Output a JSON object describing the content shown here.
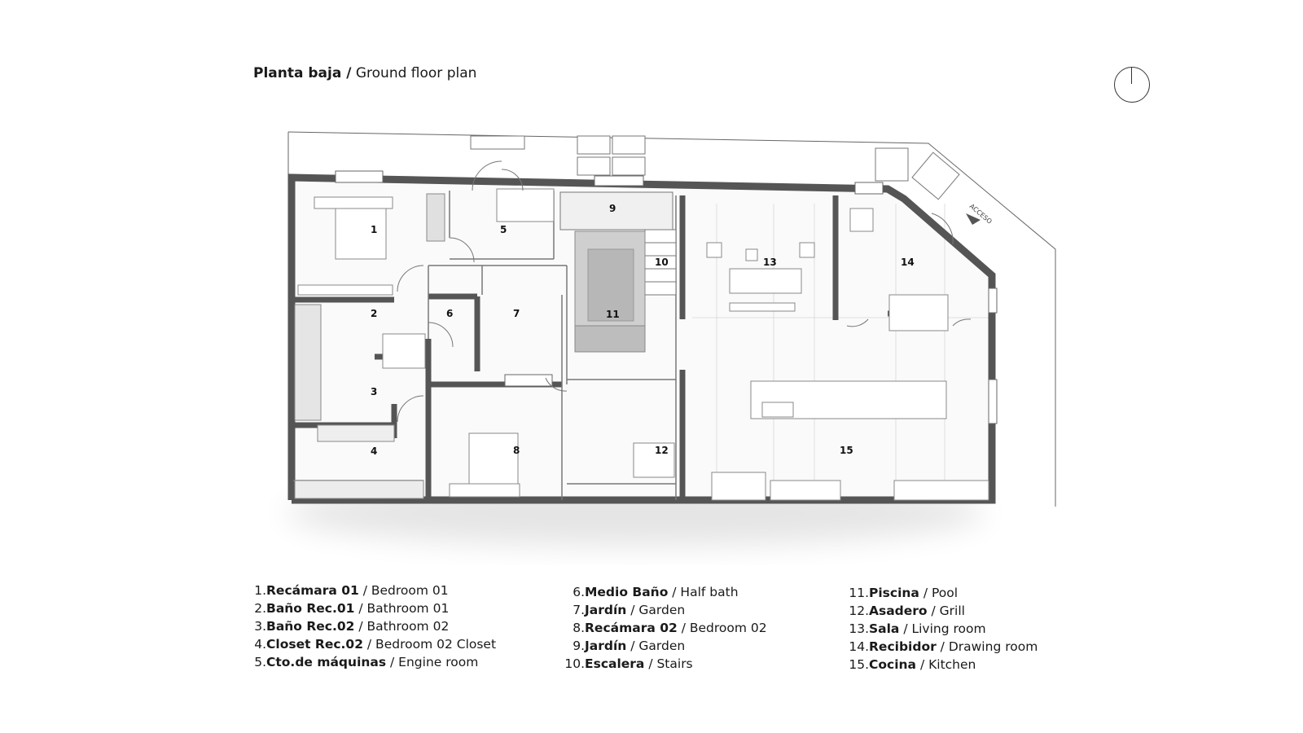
{
  "header": {
    "title_es": "Planta baja /",
    "title_en": " Ground floor plan"
  },
  "plan": {
    "access_label": "ACCESO",
    "rooms": [
      {
        "num": "1"
      },
      {
        "num": "2"
      },
      {
        "num": "3"
      },
      {
        "num": "4"
      },
      {
        "num": "5"
      },
      {
        "num": "6"
      },
      {
        "num": "7"
      },
      {
        "num": "8"
      },
      {
        "num": "9"
      },
      {
        "num": "10"
      },
      {
        "num": "11"
      },
      {
        "num": "12"
      },
      {
        "num": "13"
      },
      {
        "num": "14"
      },
      {
        "num": "15"
      }
    ]
  },
  "legend": {
    "col1": [
      {
        "num": "1.",
        "es": "Recámara 01",
        "en": " / Bedroom 01"
      },
      {
        "num": "2.",
        "es": "Baño Rec.01",
        "en": " / Bathroom 01"
      },
      {
        "num": "3.",
        "es": "Baño Rec.02",
        "en": " / Bathroom 02"
      },
      {
        "num": "4.",
        "es": "Closet Rec.02",
        "en": " / Bedroom 02 Closet"
      },
      {
        "num": "5.",
        "es": "Cto.de máquinas",
        "en": " / Engine room"
      }
    ],
    "col2": [
      {
        "num": "6.",
        "es": "Medio Baño",
        "en": " / Half bath"
      },
      {
        "num": "7.",
        "es": "Jardín",
        "en": " / Garden"
      },
      {
        "num": "8.",
        "es": "Recámara 02",
        "en": " / Bedroom 02"
      },
      {
        "num": "9.",
        "es": "Jardín",
        "en": " / Garden"
      },
      {
        "num": "10.",
        "es": "Escalera",
        "en": " / Stairs"
      }
    ],
    "col3": [
      {
        "num": "11.",
        "es": "Piscina",
        "en": " / Pool"
      },
      {
        "num": "12.",
        "es": "Asadero",
        "en": " / Grill"
      },
      {
        "num": "13.",
        "es": "Sala",
        "en": " / Living room"
      },
      {
        "num": "14.",
        "es": "Recibidor",
        "en": " / Drawing room"
      },
      {
        "num": "15.",
        "es": "Cocina",
        "en": " / Kitchen"
      }
    ]
  }
}
